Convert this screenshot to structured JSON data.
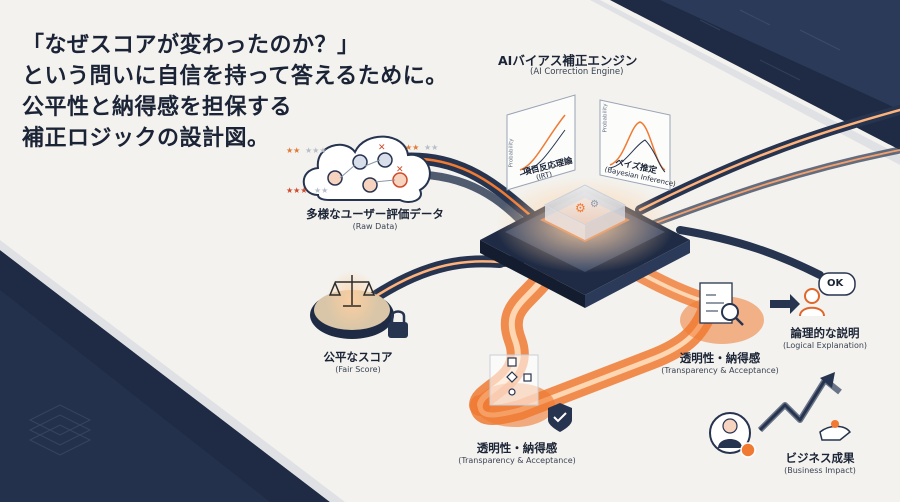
{
  "headline": {
    "line1": "「なぜスコアが変わったのか？」",
    "line2": "という問いに自信を持って答えるために。",
    "line3": "公平性と納得感を担保する",
    "line4": "補正ロジックの設計図。"
  },
  "engine": {
    "title": "AIバイアス補正エンジン",
    "subtitle": "(AI Correction Engine)",
    "panel_left_title": "項目反応理論",
    "panel_left_sub": "(IRT)",
    "panel_left_axis": "Probability",
    "panel_right_title": "ベイズ推定",
    "panel_right_sub": "(Bayesian Inference)",
    "panel_right_axis": "Probability"
  },
  "nodes": {
    "raw_data": {
      "label": "多様なユーザー評価データ",
      "sub": "(Raw Data)"
    },
    "fair_score": {
      "label": "公平なスコア",
      "sub": "(Fair Score)"
    },
    "transparency_bottom": {
      "label": "透明性・納得感",
      "sub": "(Transparency & Acceptance)"
    },
    "transparency_right": {
      "label": "透明性・納得感",
      "sub": "(Transparency & Acceptance)"
    },
    "logical": {
      "label": "論理的な説明",
      "sub": "(Logical Explanation)"
    },
    "business": {
      "label": "ビジネス成果",
      "sub": "(Business Impact)"
    },
    "ok_bubble": "OK"
  },
  "colors": {
    "navy": "#27344f",
    "orange": "#f07a32",
    "glow": "#ffb27a",
    "background": "#f3f2ee"
  }
}
